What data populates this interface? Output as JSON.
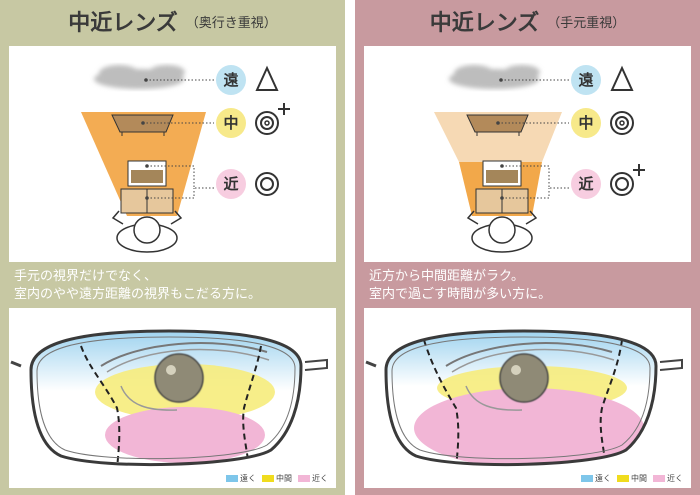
{
  "panels": [
    {
      "title": "中近レンズ",
      "subtitle": "（奥行き重視）",
      "labels": {
        "far": "遠",
        "mid": "中",
        "near": "近"
      },
      "description_lines": [
        "手元の視界だけでなく、",
        "室内のやや遠方距離の視界もこだる方に。"
      ],
      "legend": {
        "far": "遠く",
        "mid": "中間",
        "near": "近く"
      }
    },
    {
      "title": "中近レンズ",
      "subtitle": "（手元重視）",
      "labels": {
        "far": "遠",
        "mid": "中",
        "near": "近"
      },
      "description_lines": [
        "近方から中間距離がラク。",
        "室内で過ごす時間が多い方に。"
      ],
      "legend": {
        "far": "遠く",
        "mid": "中間",
        "near": "近く"
      }
    }
  ],
  "colors": {
    "left_panel_bg": "#c7c8a3",
    "right_panel_bg": "#c89a9f",
    "far_badge": "#bfe3f2",
    "mid_badge": "#f7e98a",
    "near_badge": "#f7cde0",
    "far_zone": "#b9def0",
    "mid_zone": "#f6ec7c",
    "near_zone": "#f2b6d6"
  }
}
